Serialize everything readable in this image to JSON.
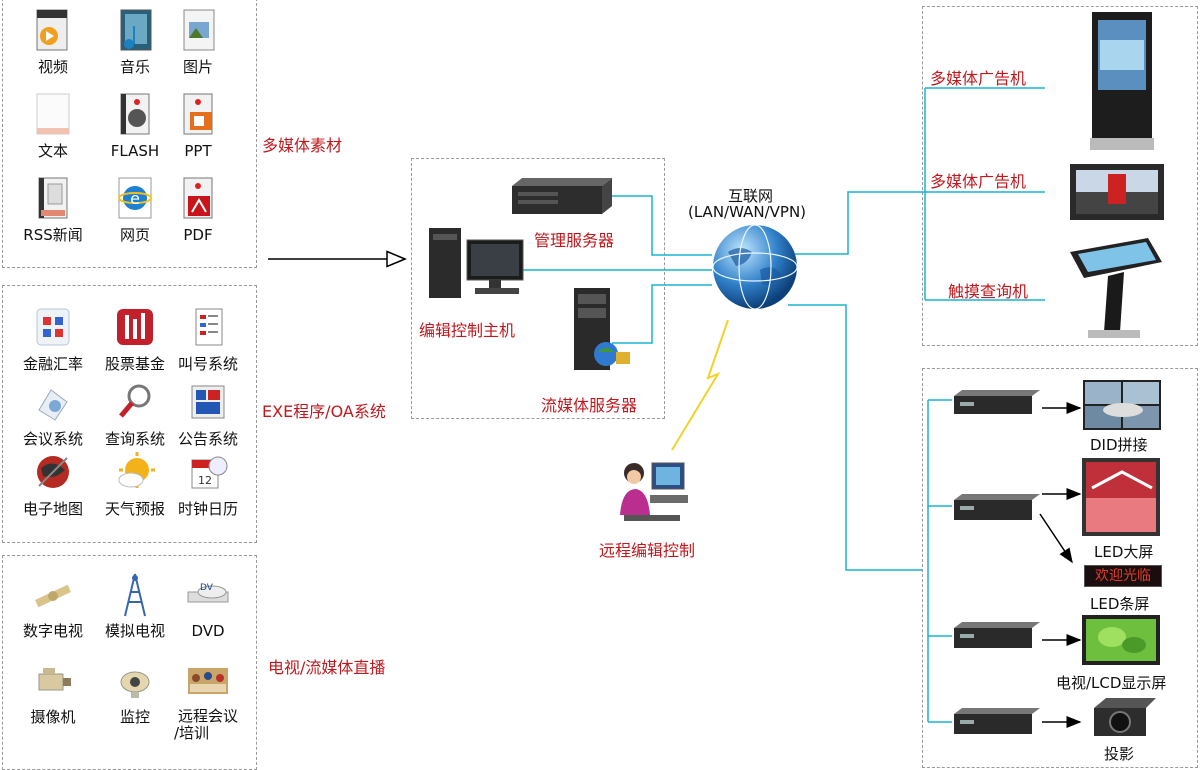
{
  "colors": {
    "line": "#19b3cf",
    "label_red": "#c1181e",
    "arrow": "#000000",
    "border": "#9a9a9a"
  },
  "sources": {
    "media": {
      "label": "多媒体素材",
      "items": [
        {
          "label": "视频",
          "icon": "video-icon"
        },
        {
          "label": "音乐",
          "icon": "music-icon"
        },
        {
          "label": "图片",
          "icon": "image-icon"
        },
        {
          "label": "文本",
          "icon": "text-doc-icon"
        },
        {
          "label": "FLASH",
          "icon": "flash-icon"
        },
        {
          "label": "PPT",
          "icon": "ppt-icon"
        },
        {
          "label": "RSS新闻",
          "icon": "rss-news-icon"
        },
        {
          "label": "网页",
          "icon": "web-icon"
        },
        {
          "label": "PDF",
          "icon": "pdf-icon"
        }
      ]
    },
    "exe": {
      "label": "EXE程序/OA系统",
      "items": [
        {
          "label": "金融汇率",
          "icon": "finance-icon"
        },
        {
          "label": "股票基金",
          "icon": "stock-icon"
        },
        {
          "label": "叫号系统",
          "icon": "queue-icon"
        },
        {
          "label": "会议系统",
          "icon": "meeting-icon"
        },
        {
          "label": "查询系统",
          "icon": "search-icon"
        },
        {
          "label": "公告系统",
          "icon": "notice-icon"
        },
        {
          "label": "电子地图",
          "icon": "map-icon"
        },
        {
          "label": "天气预报",
          "icon": "weather-icon"
        },
        {
          "label": "时钟日历",
          "icon": "calendar-icon"
        }
      ]
    },
    "tv": {
      "label": "电视/流媒体直播",
      "items": [
        {
          "label": "数字电视",
          "icon": "satellite-icon"
        },
        {
          "label": "模拟电视",
          "icon": "tower-icon"
        },
        {
          "label": "DVD",
          "icon": "dvd-icon"
        },
        {
          "label": "摄像机",
          "icon": "camera-icon"
        },
        {
          "label": "监控",
          "icon": "cctv-icon"
        },
        {
          "label": "远程会议",
          "label2": "/培训",
          "icon": "conference-icon"
        }
      ]
    }
  },
  "center": {
    "editor_host": "编辑控制主机",
    "mgmt_server": "管理服务器",
    "stream_server": "流媒体服务器",
    "internet_title": "互联网",
    "internet_sub": "(LAN/WAN/VPN)",
    "remote": "远程编辑控制"
  },
  "outputs": {
    "top": [
      {
        "label": "多媒体广告机",
        "icon": "kiosk-icon"
      },
      {
        "label": "多媒体广告机",
        "icon": "wall-screen-icon"
      },
      {
        "label": "触摸查询机",
        "icon": "touch-kiosk-icon"
      }
    ],
    "bottom": [
      {
        "label": "DID拼接",
        "icon": "did-wall-icon"
      },
      {
        "label": "LED大屏",
        "icon": "led-screen-icon"
      },
      {
        "label": "LED条屏",
        "icon": "led-bar-icon",
        "ticker": "欢迎光临"
      },
      {
        "label": "电视/LCD显示屏",
        "icon": "lcd-tv-icon"
      },
      {
        "label": "投影",
        "icon": "projector-icon"
      }
    ]
  }
}
